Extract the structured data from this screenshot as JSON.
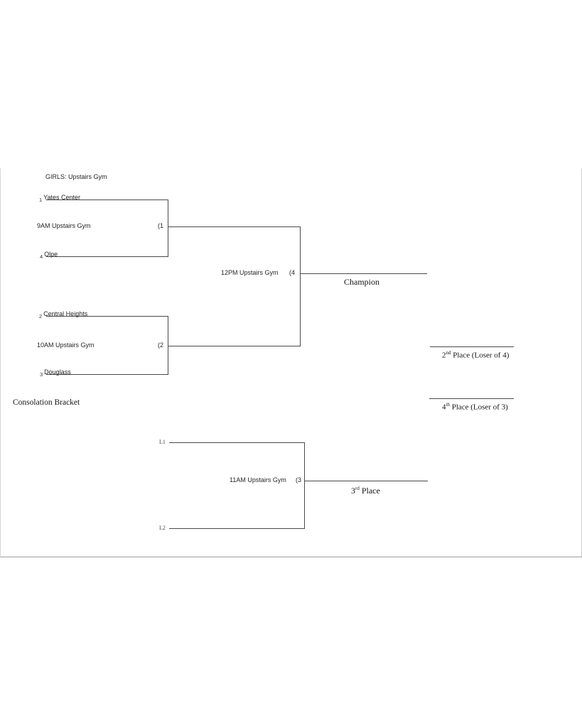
{
  "page": {
    "title": "GIRLS: Upstairs Gym",
    "consolation_title": "Consolation Bracket"
  },
  "bracket": {
    "teams": [
      {
        "seed": "1",
        "name": "Yates Center"
      },
      {
        "seed": "4",
        "name": "Olpe"
      },
      {
        "seed": "2",
        "name": "Central Heights"
      },
      {
        "seed": "3",
        "name": "Douglass"
      }
    ],
    "games": [
      {
        "time": "9AM Upstairs Gym",
        "tag": "(1"
      },
      {
        "time": "10AM Upstairs Gym",
        "tag": "(2"
      },
      {
        "time": "12PM Upstairs Gym",
        "tag": "(4"
      },
      {
        "time": "11AM Upstairs Gym",
        "tag": "(3"
      }
    ],
    "results": {
      "champion": "Champion",
      "second": {
        "prefix": "2",
        "sup": "nd",
        "rest": " Place (Loser of 4)"
      },
      "third": {
        "prefix": "3",
        "sup": "rd",
        "rest": " Place"
      },
      "fourth": {
        "prefix": "4",
        "sup": "th",
        "rest": " Place (Loser of 3)"
      }
    },
    "consolation_slots": [
      "L1",
      "L2"
    ]
  },
  "colors": {
    "bracket_line": "#4a4a4a",
    "page_bottom_rule": "#9c9c9c",
    "page_side_border": "#d6d6d6",
    "text": "#1f1f1f"
  }
}
